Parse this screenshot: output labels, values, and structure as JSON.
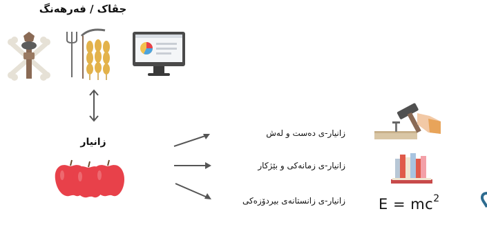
{
  "culture": {
    "title": "جڤاک / فەرهەنگ"
  },
  "knowledge": {
    "label": "زانیار"
  },
  "types": [
    {
      "label": "زانیار-ی دەست و لەش"
    },
    {
      "label": "زانیار-ی زمانەکی و بێژکار"
    },
    {
      "label": "زانیار-ی زانستانەی بیردۆزەکی"
    }
  ],
  "formula": {
    "base": "E = mc",
    "exponent": "2"
  },
  "icons": [
    "skull-crossbones-icon",
    "pitchfork-wheat-icon",
    "computer-monitor-icon",
    "double-arrow-icon",
    "apples-icon",
    "hammer-nail-icon",
    "books-icon"
  ],
  "colors": {
    "apple": "#e8414a",
    "monitor": "#4a4a4a",
    "wheat": "#e3b24a",
    "arrow": "#555555"
  }
}
